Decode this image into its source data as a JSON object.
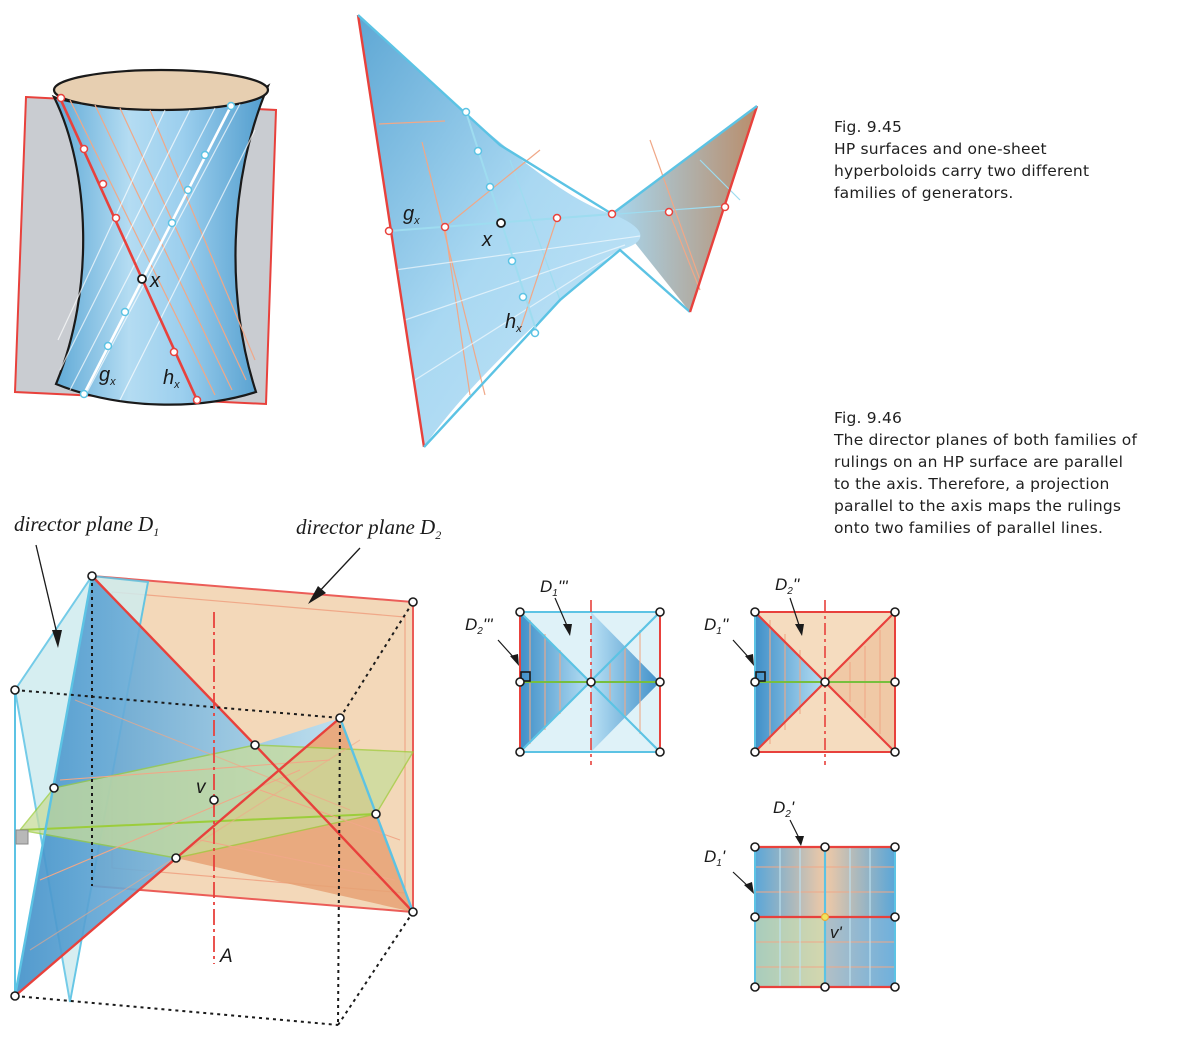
{
  "captions": {
    "fig945_number": "Fig. 9.45",
    "fig945_lines": [
      "HP surfaces and one-sheet",
      "hyperboloids carry two different",
      "families of generators."
    ],
    "fig946_number": "Fig. 9.46",
    "fig946_lines": [
      "The director planes of both families of",
      "rulings on an HP surface are parallel",
      "to the axis. Therefore, a projection",
      "parallel to the axis maps the rulings",
      "onto two families of parallel lines."
    ]
  },
  "labels": {
    "hyperboloid": {
      "x": "x",
      "g": "g",
      "g_sub": "x",
      "h": "h",
      "h_sub": "x"
    },
    "hp_surface": {
      "x": "x",
      "g": "g",
      "g_sub": "x",
      "h": "h",
      "h_sub": "x"
    },
    "director_plane_1": {
      "text": "director plane D",
      "sub": "1"
    },
    "director_plane_2": {
      "text": "director plane D",
      "sub": "2"
    },
    "main_view": {
      "v": "v",
      "axis": "A"
    },
    "side_view": {
      "d1": "D",
      "d1_sub": "1",
      "d1_prime": "'''",
      "d2": "D",
      "d2_sub": "2",
      "d2_prime": "'''"
    },
    "front_view": {
      "d1": "D",
      "d1_sub": "1",
      "d1_prime": "''",
      "d2": "D",
      "d2_sub": "2",
      "d2_prime": "''"
    },
    "top_view": {
      "d1": "D",
      "d1_sub": "1",
      "d1_prime": "'",
      "d2": "D",
      "d2_sub": "2",
      "d2_prime": "'",
      "v": "v'"
    }
  },
  "colors": {
    "red": "#e8413c",
    "cyan": "#5cc3e4",
    "surface_blue": "#8cc8ea",
    "surface_orange": "#eec7a0",
    "plane_green": "#c8dc9a",
    "plane_gray": "#c9ccd1"
  }
}
